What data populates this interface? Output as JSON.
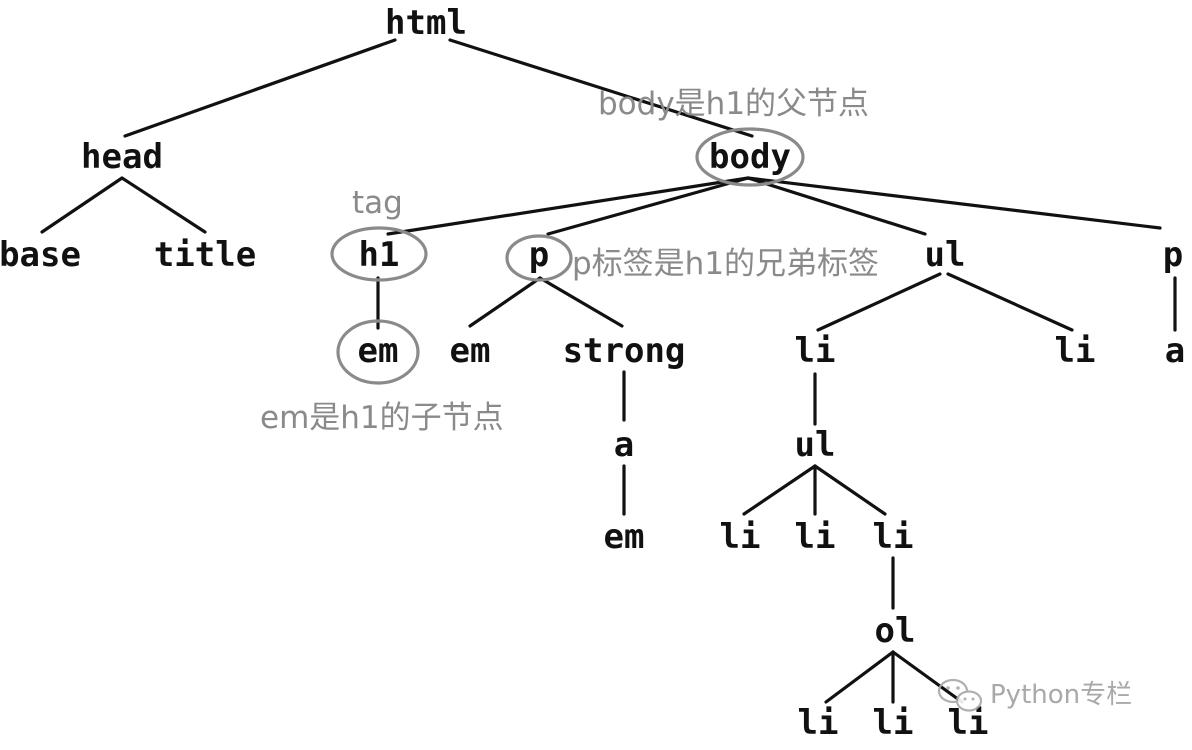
{
  "colors": {
    "text": "#111111",
    "edge": "#111111",
    "highlight": "#8a8a8a",
    "annotation": "#8a8a8a",
    "watermark": "#a0a0a0",
    "background": "#ffffff"
  },
  "nodes": {
    "html": "html",
    "head": "head",
    "body": "body",
    "base": "base",
    "title": "title",
    "h1": "h1",
    "p1": "p",
    "ul1": "ul",
    "p2": "p",
    "em_h1": "em",
    "em_p": "em",
    "strong": "strong",
    "li_ul1_a": "li",
    "li_ul1_b": "li",
    "a_p2": "a",
    "a_strong": "a",
    "ul2": "ul",
    "em_a": "em",
    "li_ul2_a": "li",
    "li_ul2_b": "li",
    "li_ul2_c": "li",
    "ol": "ol",
    "li_ol_a": "li",
    "li_ol_b": "li",
    "li_ol_c": "li"
  },
  "annotations": {
    "body_parent": "body是h1的父节点",
    "tag": "tag",
    "p_sibling": "p标签是h1的兄弟标签",
    "em_child": "em是h1的子节点"
  },
  "watermark": {
    "icon": "wechat-icon",
    "text": "Python专栏"
  }
}
